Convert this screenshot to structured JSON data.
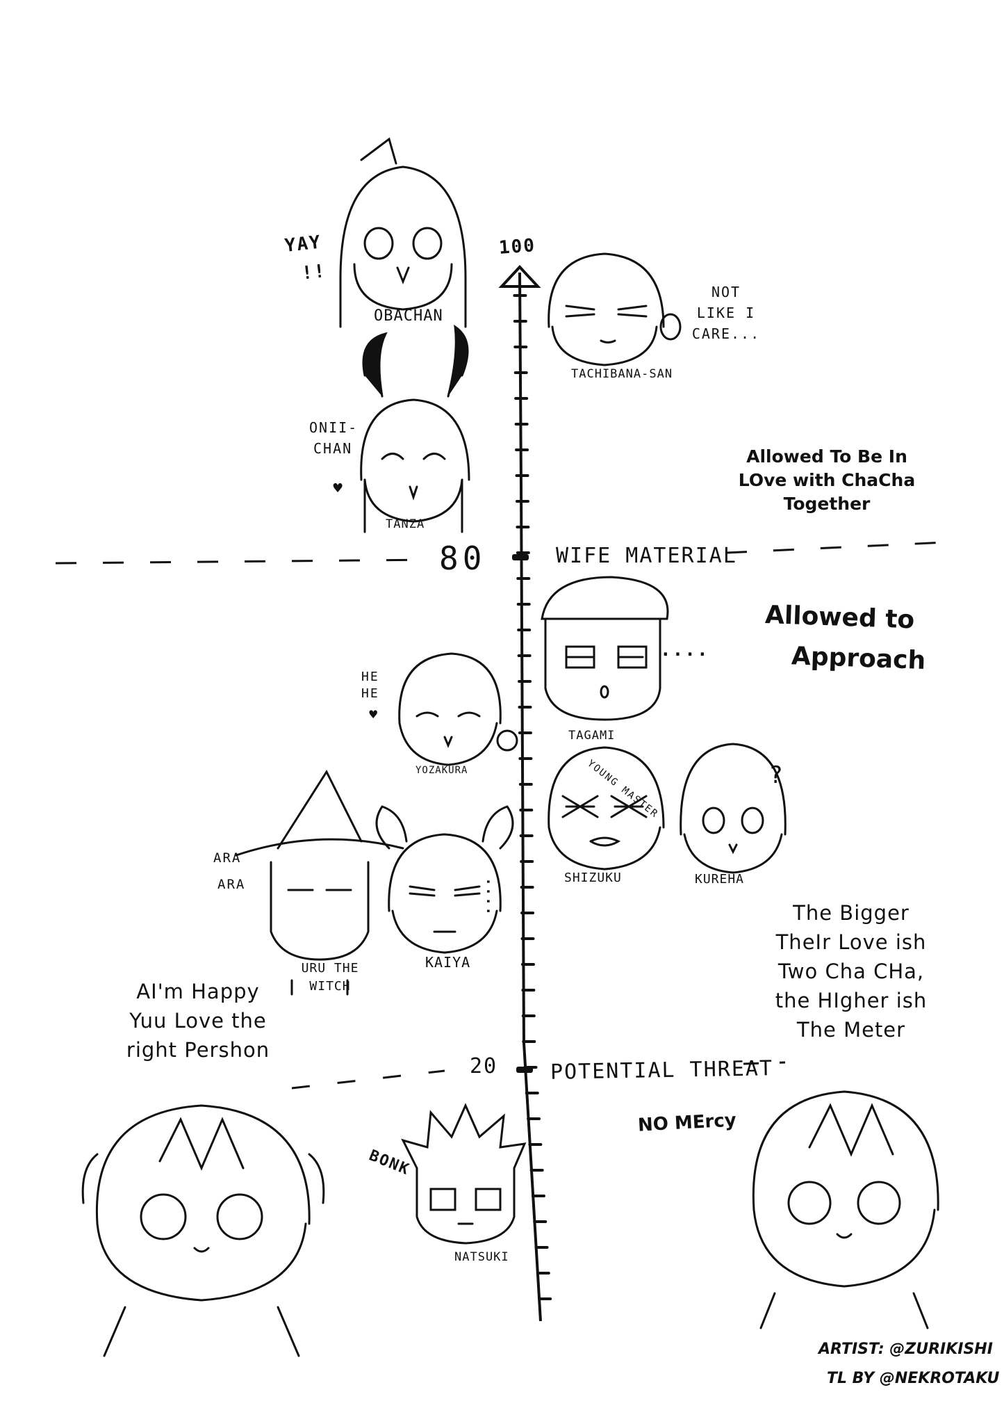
{
  "scale": {
    "max_label": "100",
    "tier_80_value": "80",
    "tier_80_name": "WIFE MATERIAL",
    "tier_20_value": "20",
    "tier_20_name": "POTENTIAL THREAT"
  },
  "zones": {
    "top": [
      "Allowed To Be In",
      "LOve with ChaCha",
      "Together"
    ],
    "middle": [
      "Allowed to",
      "Approach"
    ],
    "bottom": "NO MErcy"
  },
  "characters": {
    "obachan": {
      "name": "OBACHAN",
      "speech": [
        "YAY",
        "!!"
      ]
    },
    "tachibana": {
      "name": "TACHIBANA-SAN",
      "speech": [
        "NOT",
        "LIKE I",
        "CARE..."
      ]
    },
    "tanza": {
      "name": "TANZA",
      "speech": [
        "ONII-",
        "CHAN"
      ],
      "mark": "♥"
    },
    "tagami": {
      "name": "TAGAMI",
      "speech": "...."
    },
    "yozakura": {
      "name": "YOZAKURA",
      "speech": [
        "HE",
        "HE"
      ],
      "mark": "♥"
    },
    "shizuku": {
      "name": "SHIZUKU",
      "speech": "YOUNG MASTER"
    },
    "kureha": {
      "name": "KUREHA",
      "speech": "?"
    },
    "uru": {
      "name": [
        "URU THE",
        "WITCH"
      ],
      "speech": [
        "ARA",
        "ARA"
      ]
    },
    "kaiya": {
      "name": "KAIYA",
      "speech": "...."
    },
    "natsuki": {
      "name": "NATSUKI",
      "speech": "BONK"
    }
  },
  "narration_left": [
    "AI'm Happy",
    "Yuu Love the",
    "right Pershon"
  ],
  "narration_right": [
    "The Bigger",
    "TheIr Love ish",
    "Two Cha CHa,",
    "the HIgher ish",
    "The Meter"
  ],
  "credits": {
    "artist": "ARTIST: @ZURIKISHI",
    "translator": "TL BY @NEKROTAKU"
  }
}
